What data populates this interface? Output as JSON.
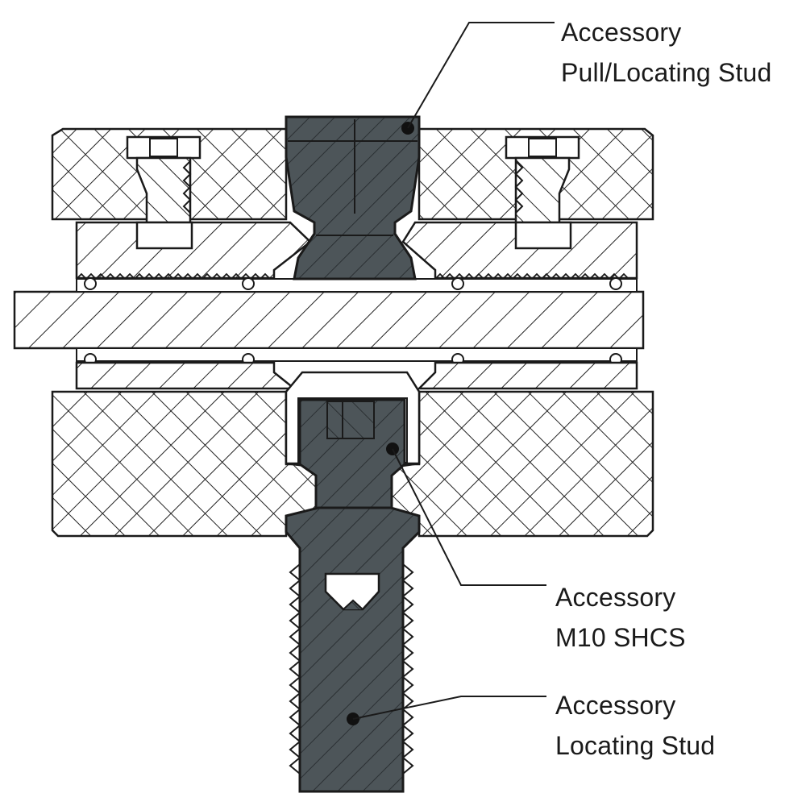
{
  "diagram": {
    "callouts": [
      {
        "id": "pull-stud",
        "line1": "Accessory",
        "line2": "Pull/Locating Stud"
      },
      {
        "id": "shcs",
        "line1": "Accessory",
        "line2": "M10 SHCS"
      },
      {
        "id": "locating-stud",
        "line1": "Accessory",
        "line2": "Locating Stud"
      }
    ]
  },
  "colors": {
    "line": "#1a1a1a",
    "body_fill": "#ffffff",
    "dark_part": "#4d5559",
    "dark_part_edge": "#2b3033",
    "hatch": "#222222"
  }
}
